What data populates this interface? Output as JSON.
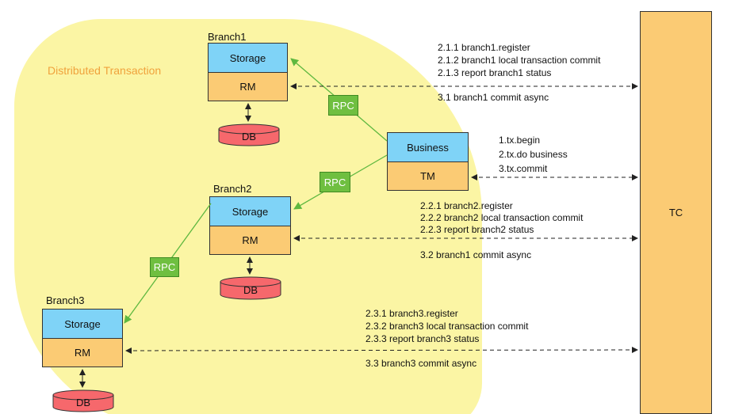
{
  "region": {
    "label": "Distributed Transaction"
  },
  "branches": [
    {
      "title": "Branch1",
      "storage": "Storage",
      "rm": "RM",
      "db": "DB"
    },
    {
      "title": "Branch2",
      "storage": "Storage",
      "rm": "RM",
      "db": "DB"
    },
    {
      "title": "Branch3",
      "storage": "Storage",
      "rm": "RM",
      "db": "DB"
    }
  ],
  "business": {
    "title": "Business",
    "tm": "TM"
  },
  "tc": {
    "label": "TC"
  },
  "rpc": [
    "RPC",
    "RPC",
    "RPC"
  ],
  "tm_steps": [
    "1.tx.begin",
    "2.tx.do business",
    "3.tx.commit"
  ],
  "branch_steps": [
    {
      "lines": [
        "2.1.1 branch1.register",
        "2.1.2 branch1 local transaction commit",
        "2.1.3 report branch1 status"
      ],
      "commit": "3.1 branch1 commit async"
    },
    {
      "lines": [
        "2.2.1 branch2.register",
        "2.2.2 branch2 local transaction commit",
        "2.2.3 report branch2 status"
      ],
      "commit": "3.2 branch1 commit async"
    },
    {
      "lines": [
        "2.3.1 branch3.register",
        "2.3.2 branch3 local transaction commit",
        "2.3.3 report branch3 status"
      ],
      "commit": "3.3 branch3 commit async"
    }
  ],
  "colors": {
    "region": "#fbf5a4",
    "region_label": "#f0a23c",
    "storage": "#7fd3f7",
    "rm": "#fbcb74",
    "db": "#f6686c",
    "rpc": "#6fbf40",
    "rpc_line": "#5fb840"
  }
}
